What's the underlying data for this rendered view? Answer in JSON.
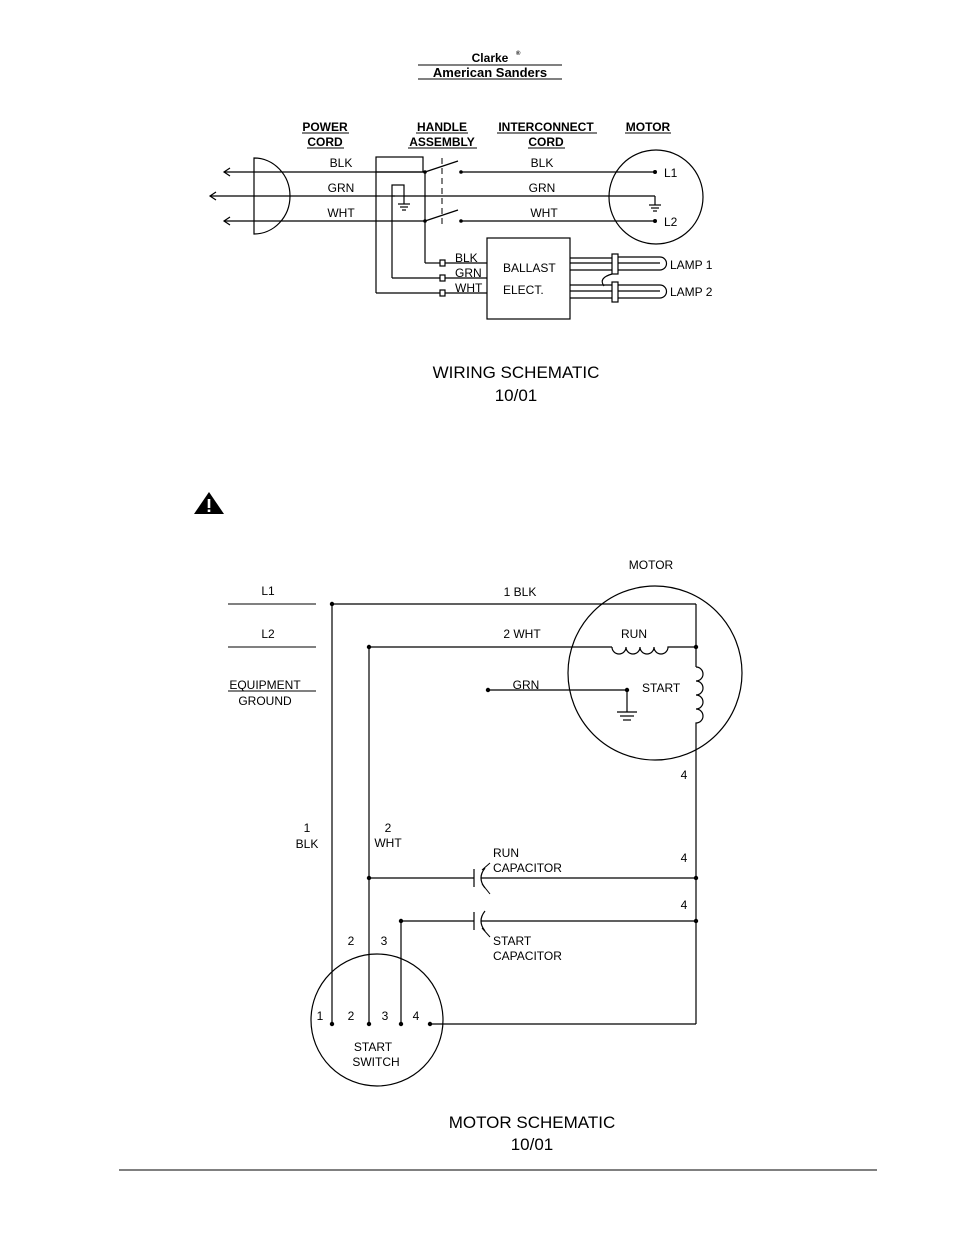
{
  "header": {
    "brand_line1": "Clarke",
    "brand_line1_mark": "®",
    "brand_line2": "American Sanders"
  },
  "wiring": {
    "col_power_1": "POWER",
    "col_power_2": "CORD",
    "col_handle_1": "HANDLE",
    "col_handle_2": "ASSEMBLY",
    "col_inter_1": "INTERCONNECT",
    "col_inter_2": "CORD",
    "col_motor": "MOTOR",
    "wire_blk": "BLK",
    "wire_grn": "GRN",
    "wire_wht": "WHT",
    "motor_l1": "L1",
    "motor_l2": "L2",
    "ballast_1": "BALLAST",
    "ballast_2": "ELECT.",
    "lamp1": "LAMP 1",
    "lamp2": "LAMP 2",
    "title": "WIRING SCHEMATIC",
    "date": "10/01"
  },
  "motor_schematic": {
    "motor": "MOTOR",
    "l1": "L1",
    "l2": "L2",
    "ground_1": "EQUIPMENT",
    "ground_2": "GROUND",
    "blk1": "1 BLK",
    "wht2": "2 WHT",
    "run": "RUN",
    "start": "START",
    "grn": "GRN",
    "n4": "4",
    "n1": "1",
    "n2": "2",
    "n3": "3",
    "blk": "BLK",
    "wht": "WHT",
    "run_cap_1": "RUN",
    "run_cap_2": "CAPACITOR",
    "start_cap_1": "START",
    "start_cap_2": "CAPACITOR",
    "switch_1": "START",
    "switch_2": "SWITCH",
    "title": "MOTOR SCHEMATIC",
    "date": "10/01"
  }
}
